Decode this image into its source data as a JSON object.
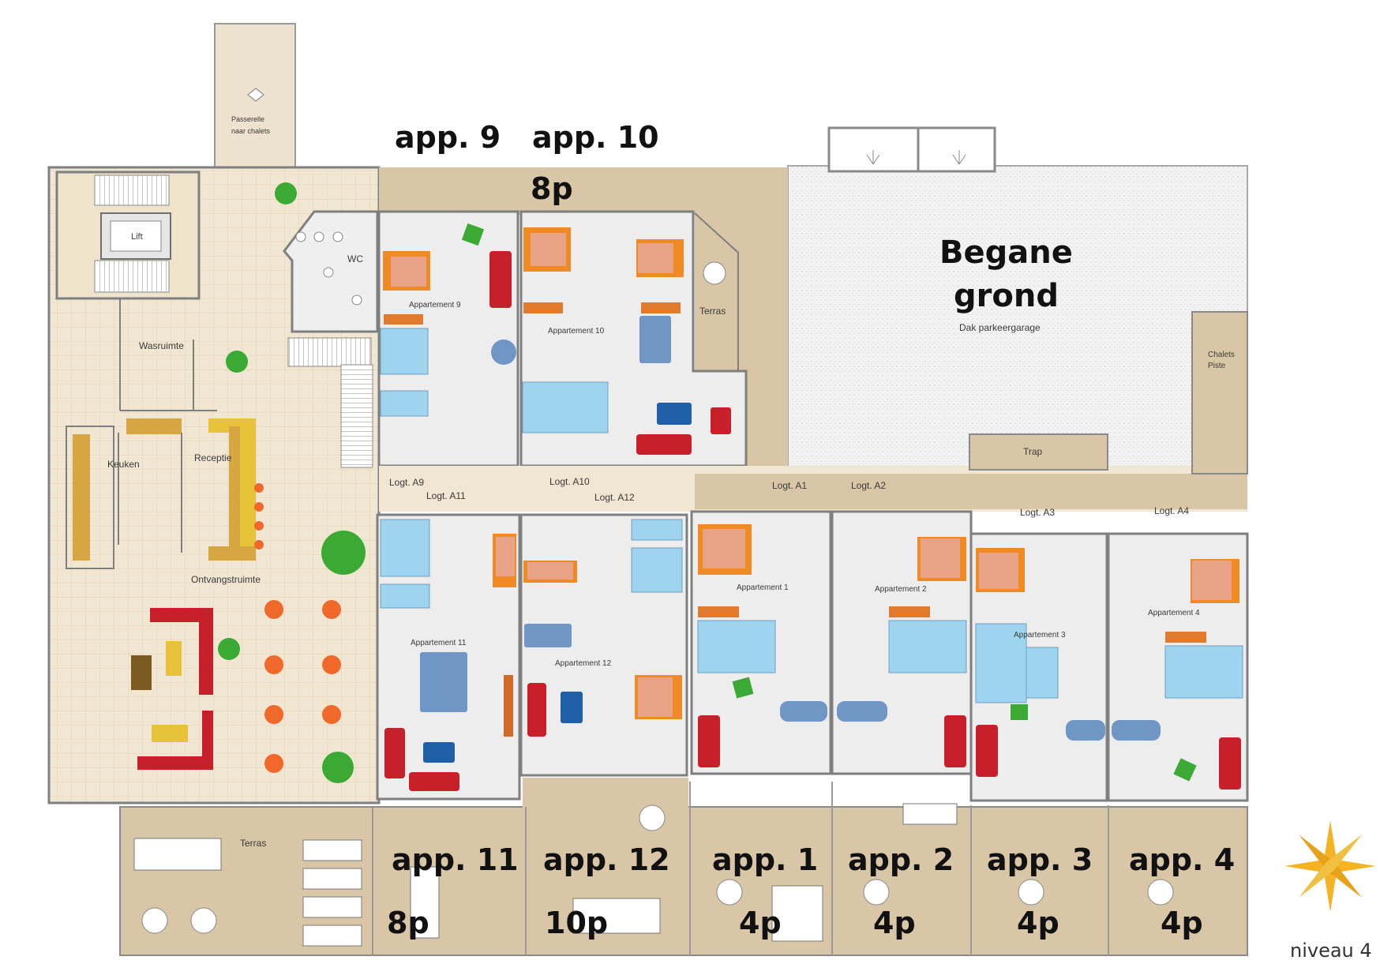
{
  "plan": {
    "title_line1": "Begane",
    "title_line2": "grond",
    "subtitle": "Dak parkeergarage",
    "level": "niveau 4"
  },
  "overlays": {
    "app9": "app. 9",
    "app10": "app. 10",
    "app10_cap": "8p",
    "app11": "app. 11",
    "app11_cap": "8p",
    "app12": "app. 12",
    "app12_cap": "10p",
    "app1": "app. 1",
    "app1_cap": "4p",
    "app2": "app. 2",
    "app2_cap": "4p",
    "app3": "app. 3",
    "app3_cap": "4p",
    "app4": "app. 4",
    "app4_cap": "4p"
  },
  "rooms": {
    "passerelle_1": "Passerelle",
    "passerelle_2": "naar chalets",
    "lift": "Lift",
    "wc": "WC",
    "wasruimte": "Wasruimte",
    "keuken": "Keuken",
    "receptie": "Receptie",
    "ontvangstruimte": "Ontvangstruimte",
    "terras_top": "Terras",
    "terras_bottom": "Terras",
    "trap": "Trap",
    "chalets_1": "Chalets",
    "chalets_2": "Piste",
    "appartement_9": "Appartement 9",
    "appartement_10": "Appartement 10",
    "appartement_11": "Appartement 11",
    "appartement_12": "Appartement 12",
    "appartement_1": "Appartement 1",
    "appartement_2": "Appartement 2",
    "appartement_3": "Appartement 3",
    "appartement_4": "Appartement 4"
  },
  "logt": {
    "a9": "Logt. A9",
    "a10": "Logt. A10",
    "a11": "Logt. A11",
    "a12": "Logt. A12",
    "a1": "Logt. A1",
    "a2": "Logt. A2",
    "a3": "Logt. A3",
    "a4": "Logt. A4"
  },
  "colors": {
    "floor_beige": "#f1e6d2",
    "deck": "#d8c6a6",
    "room_grey": "#ededed",
    "bath_blue": "#9fd4ef",
    "bed_orange": "#f08a24",
    "bed_salmon": "#e9a487",
    "sofa_red": "#c8202a",
    "table_blue": "#6f96c4",
    "chair_orange": "#f0682a",
    "plant_green": "#3aaa35",
    "counter_gold": "#d6a640",
    "wall": "#7f7f7f",
    "compass": "#f5b324"
  }
}
